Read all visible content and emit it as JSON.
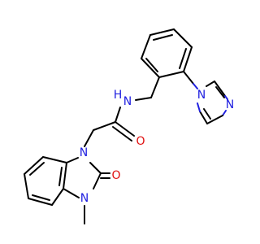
{
  "molecule": {
    "atoms": {
      "amide_nh": {
        "label": "N",
        "h_label": "H",
        "color": "#2020e0"
      },
      "amide_o": {
        "label": "O",
        "color": "#e01010"
      },
      "imidazole_n1": {
        "label": "N",
        "color": "#2020e0"
      },
      "imidazole_n3": {
        "label": "N",
        "color": "#2020e0"
      },
      "benzimidazole_n1": {
        "label": "N",
        "color": "#2020e0"
      },
      "benzimidazole_n3": {
        "label": "N",
        "color": "#2020e0"
      },
      "benzimidazolone_o": {
        "label": "O",
        "color": "#e01010"
      }
    }
  }
}
